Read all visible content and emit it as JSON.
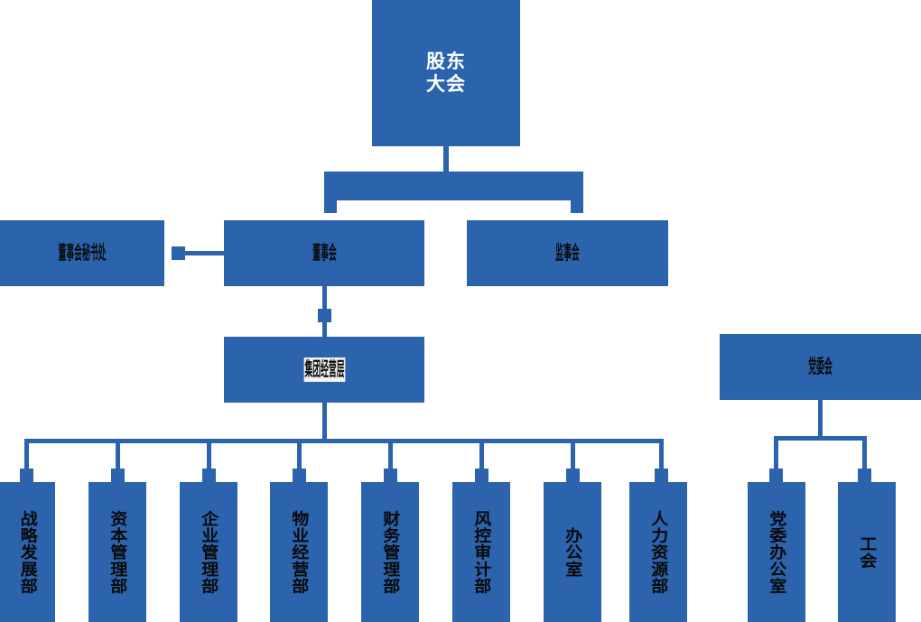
{
  "chart_data": {
    "type": "diagram",
    "title": "",
    "diagram_kind": "organizational-chart",
    "accent_color": "#2B63AC",
    "box_fill": "#2B63AC",
    "top_label_color": "#FFFFFF",
    "label_color": "#0A0A0A",
    "background": "#FFFFFF",
    "levels": [
      [
        "股东大会"
      ],
      [
        "董事会秘书处",
        "董事会",
        "监事会"
      ],
      [
        "集团经营层",
        "党委会"
      ],
      [
        "战略发展部",
        "资本管理部",
        "企业管理部",
        "物业经营部",
        "财务管理部",
        "风控审计部",
        "办公室",
        "人力资源部",
        "党委办公室",
        "工会"
      ]
    ],
    "edges": [
      [
        "股东大会",
        "董事会"
      ],
      [
        "股东大会",
        "监事会"
      ],
      [
        "董事会秘书处",
        "董事会"
      ],
      [
        "董事会",
        "集团经营层"
      ],
      [
        "集团经营层",
        "战略发展部"
      ],
      [
        "集团经营层",
        "资本管理部"
      ],
      [
        "集团经营层",
        "企业管理部"
      ],
      [
        "集团经营层",
        "物业经营部"
      ],
      [
        "集团经营层",
        "财务管理部"
      ],
      [
        "集团经营层",
        "风控审计部"
      ],
      [
        "集团经营层",
        "办公室"
      ],
      [
        "集团经营层",
        "人力资源部"
      ],
      [
        "党委会",
        "党委办公室"
      ],
      [
        "党委会",
        "工会"
      ]
    ]
  },
  "nodes": {
    "shareholders_meeting": {
      "label": "股东\n大会"
    },
    "board_secretariat": {
      "label": "董事会秘书处"
    },
    "board_of_directors": {
      "label": "董事会"
    },
    "board_of_supervisors": {
      "label": "监事会"
    },
    "group_management": {
      "label": "集团经营层"
    },
    "party_committee": {
      "label": "党委会"
    }
  },
  "departments": [
    {
      "label": "战略发展部"
    },
    {
      "label": "资本管理部"
    },
    {
      "label": "企业管理部"
    },
    {
      "label": "物业经营部"
    },
    {
      "label": "财务管理部"
    },
    {
      "label": "风控审计部"
    },
    {
      "label": "办公室"
    },
    {
      "label": "人力资源部"
    }
  ],
  "party_departments": [
    {
      "label": "党委办公室"
    },
    {
      "label": "工会"
    }
  ]
}
